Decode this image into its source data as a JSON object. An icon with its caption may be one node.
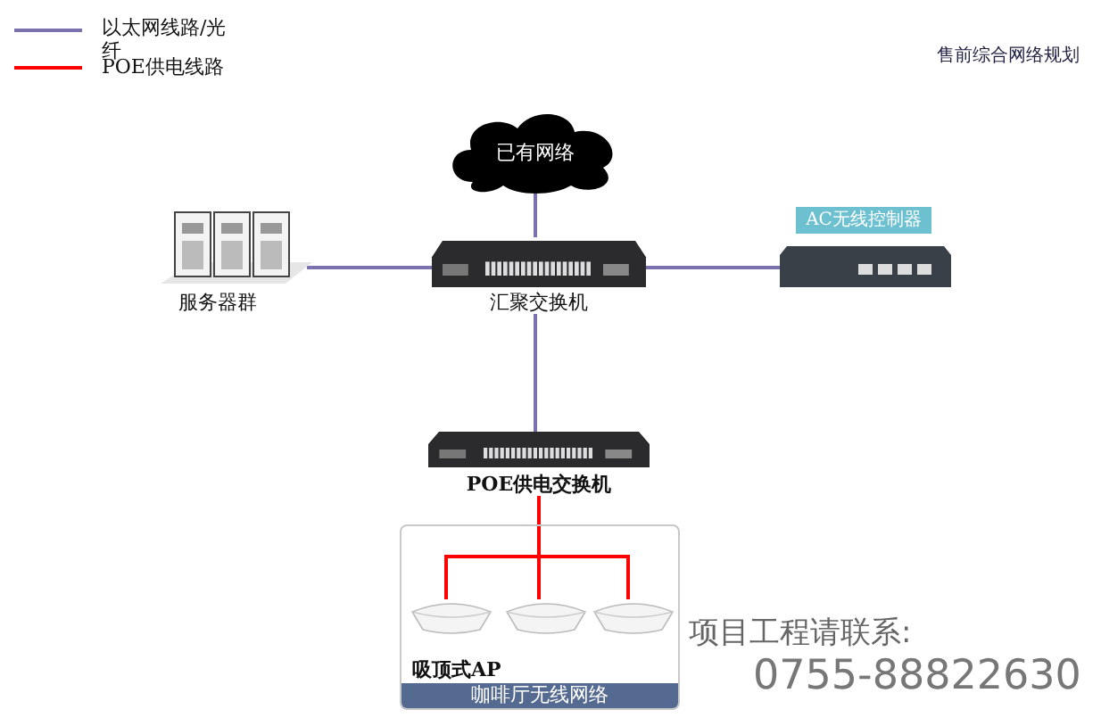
{
  "diagram": {
    "title": "售前综合网络规划",
    "nodes": [
      {
        "text": [
          "已有网络"
        ]
      },
      {
        "text": [
          "汇聚交换机"
        ]
      },
      {
        "text": [
          "服务器群"
        ]
      },
      {
        "text": [
          "AC无线控制器"
        ]
      },
      {
        "text": [
          "POE供电交换机"
        ]
      },
      {
        "text": [
          "吸顶式AP",
          "咖啡厅无线网络"
        ]
      },
      {
        "text": [],
        "shape": "picture",
        "in": 5
      },
      {
        "text": [],
        "shape": "picture",
        "in": 5
      },
      {
        "text": [],
        "shape": "picture",
        "in": 5
      }
    ],
    "edges": [
      {
        "from": 0,
        "to": 1,
        "arrow": "none"
      },
      {
        "from": 2,
        "to": 1,
        "arrow": "none"
      },
      {
        "from": 1,
        "to": 3,
        "arrow": "none"
      },
      {
        "from": 1,
        "to": 4,
        "arrow": "none"
      },
      {
        "from": 4,
        "to": 6,
        "arrow": "none",
        "color": "#ff0000"
      },
      {
        "from": 4,
        "to": 7,
        "arrow": "none",
        "color": "#ff0000"
      },
      {
        "from": 4,
        "to": 8,
        "arrow": "none",
        "color": "#ff0000"
      }
    ],
    "labels": [
      "项目工程请联系:",
      "0755-88822630"
    ],
    "legend": [
      {
        "text": "以太网线路/光纤"
      },
      {
        "text": "POE供电线路"
      }
    ]
  }
}
